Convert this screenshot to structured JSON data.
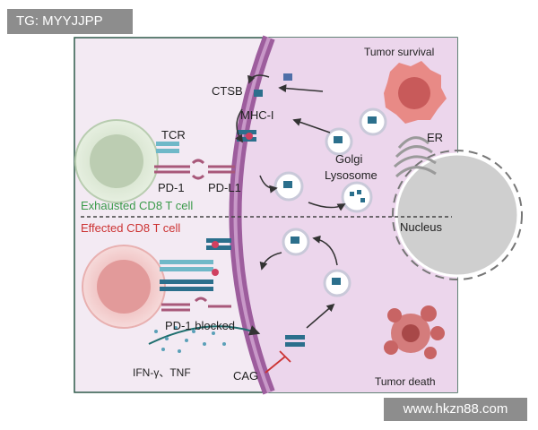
{
  "watermark_top": "TG: MYYJJPP",
  "watermark_bottom": "www.hkzn88.com",
  "labels": {
    "tumor_survival": "Tumor survival",
    "tumor_death": "Tumor death",
    "ctsb": "CTSB",
    "mhc_i": "MHC-I",
    "golgi": "Golgi",
    "er": "ER",
    "tcr": "TCR",
    "pd1": "PD-1",
    "pdl1": "PD-L1",
    "lysosome": "Lysosome",
    "exhausted": "Exhausted CD8 T cell",
    "effected": "Effected CD8 T cell",
    "nucleus": "Nucleus",
    "pd1_blocked": "PD-1 blocked",
    "cytokines": "IFN-γ、TNF",
    "cag": "CAG"
  },
  "colors": {
    "border": "#2e5a4a",
    "background": "#f3eaf3",
    "tumor_cytoplasm": "#ecd6ec",
    "membrane": "#9d5d9d",
    "exhausted_text": "#3a9a4a",
    "effected_text": "#cc3333",
    "mhc": "#2b6f8c",
    "pd1": "#a8587a"
  }
}
